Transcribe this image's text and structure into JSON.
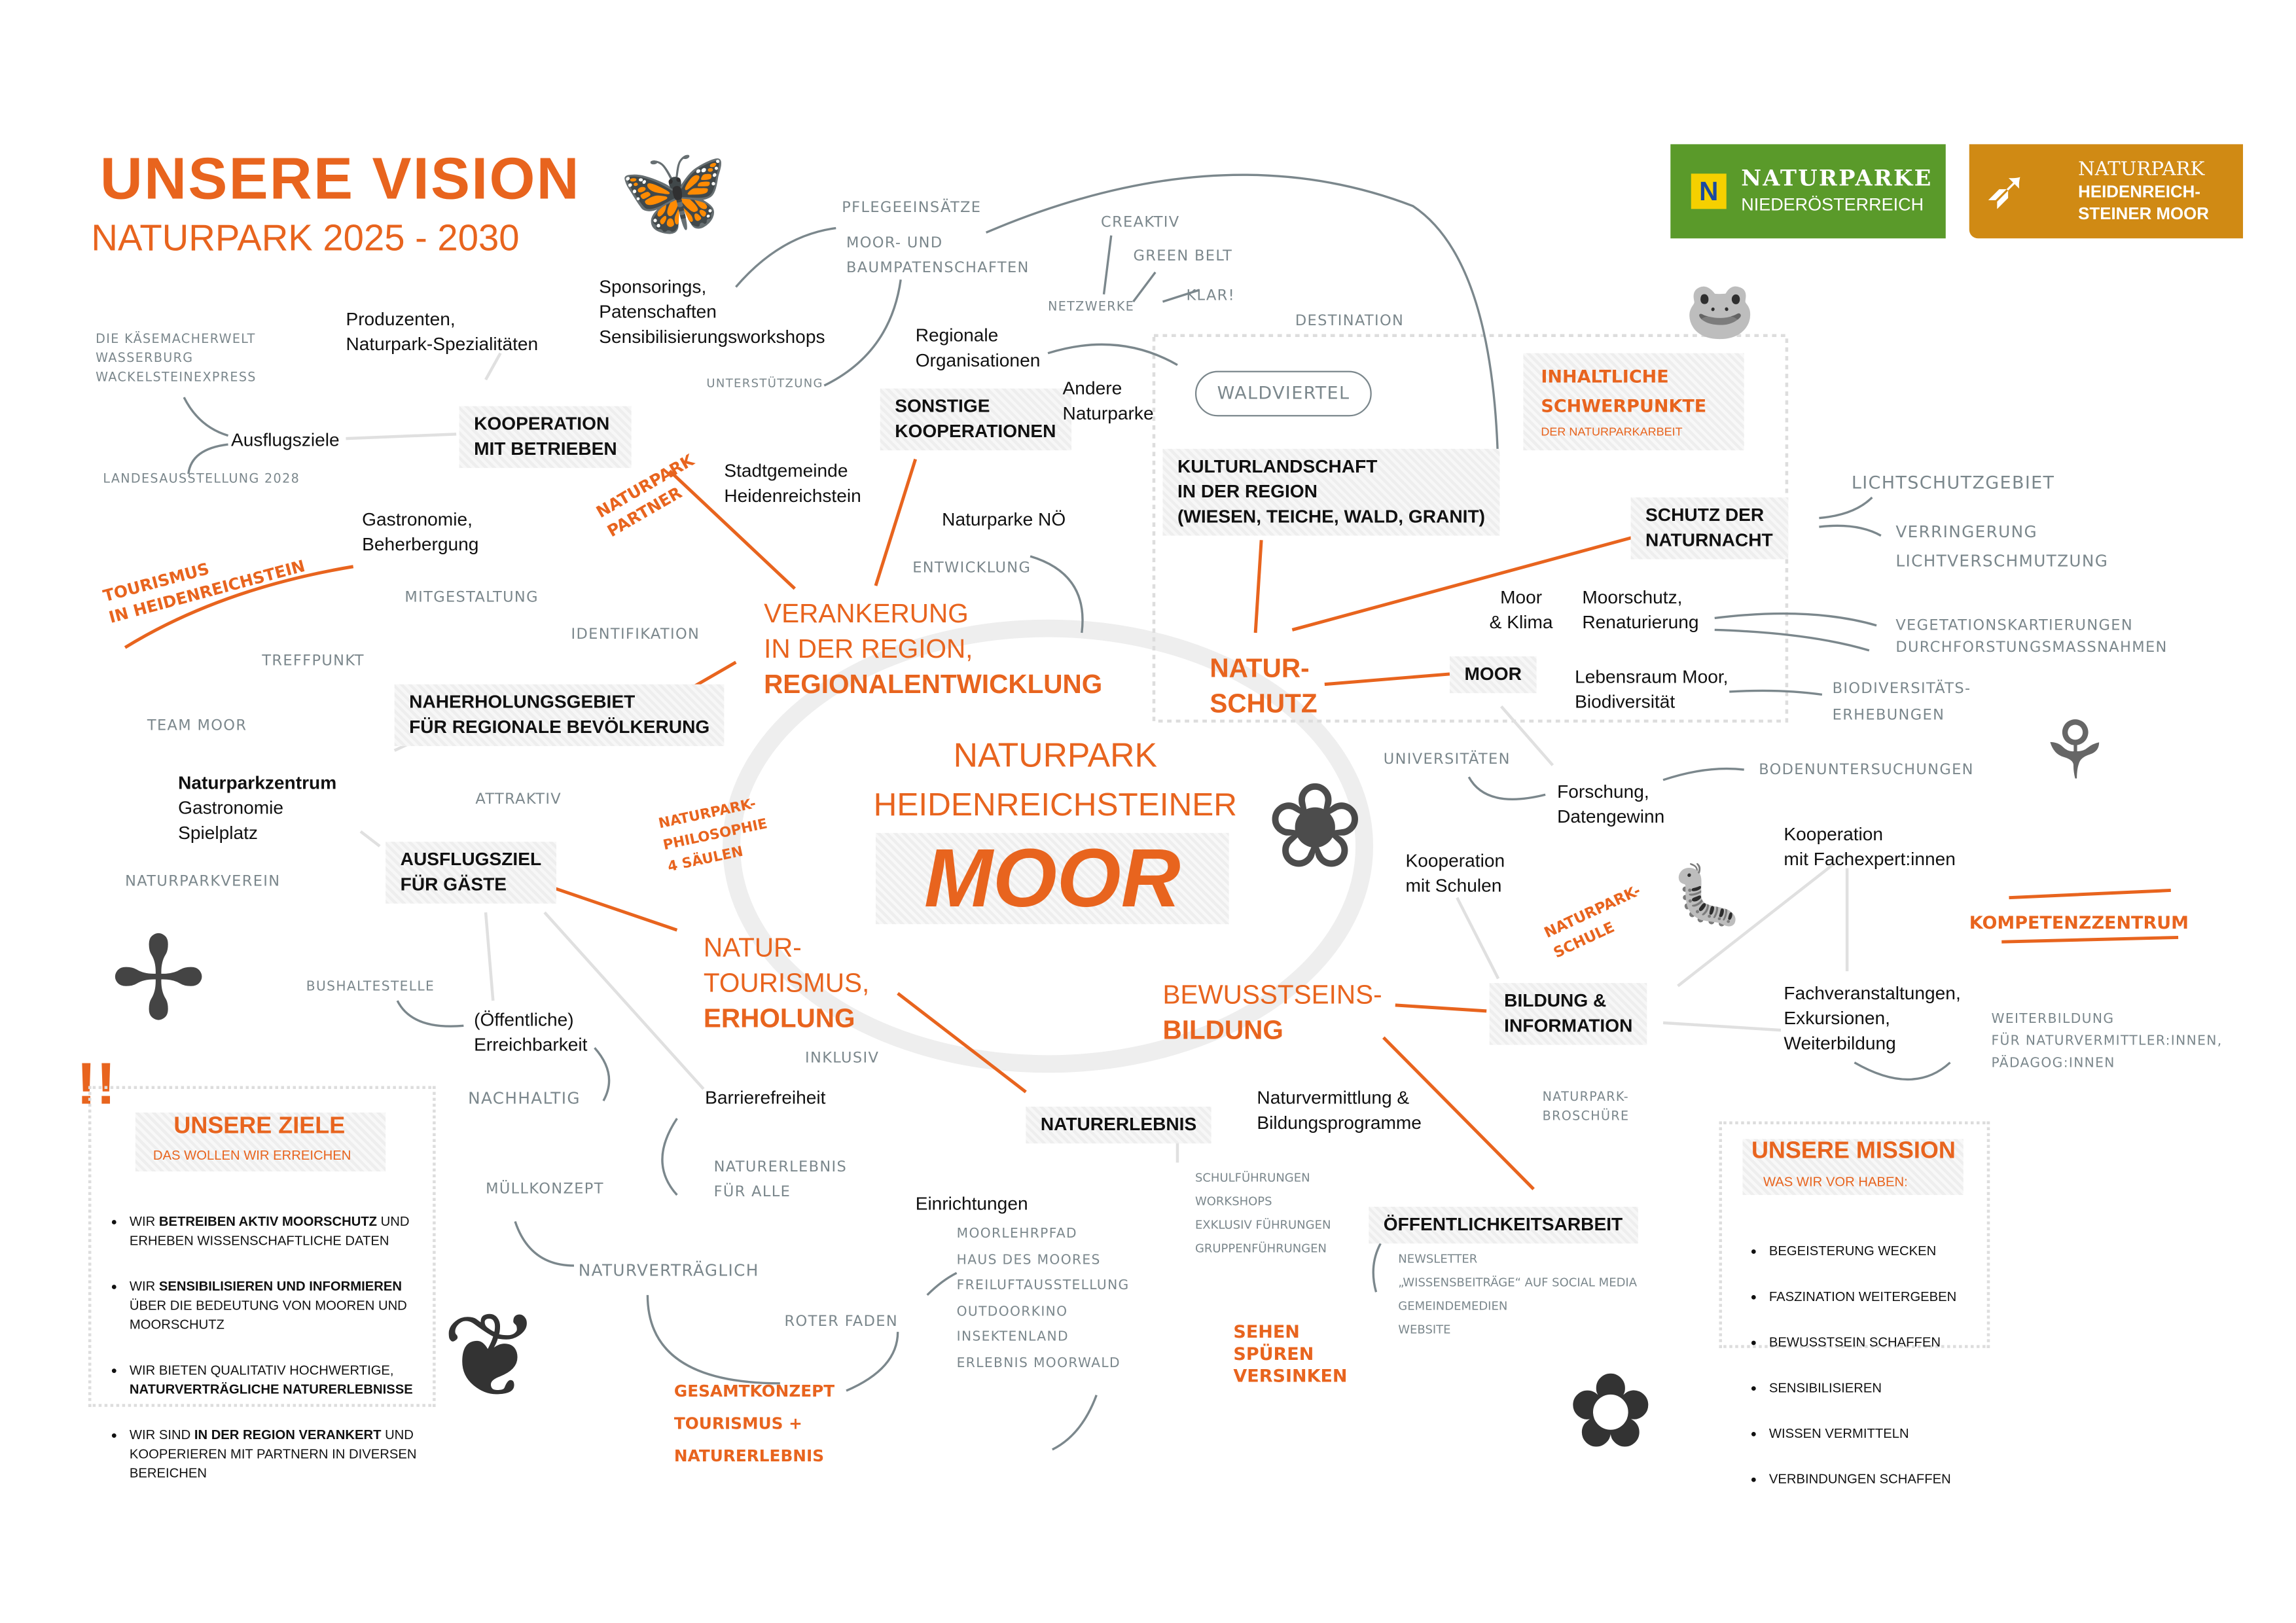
{
  "header": {
    "title": "UNSERE VISION",
    "subtitle": "NATURPARK 2025 - 2030"
  },
  "logos": {
    "noe_line1": "NATURPARKE",
    "noe_line2": "NIEDERÖSTERREICH",
    "hm_line1": "NATURPARK",
    "hm_line2": "HEIDENREICH-",
    "hm_line3": "STEINER MOOR",
    "noe_color": "#5a9a2a",
    "hm_color": "#d08a14"
  },
  "center": {
    "line1": "NATURPARK",
    "line2": "HEIDENREICHSTEINER",
    "line3": "MOOR"
  },
  "pillars": {
    "verankerung": "VERANKERUNG\nIN DER REGION,",
    "verankerung_bold": "REGIONALENTWICKLUNG",
    "naturschutz": "NATUR-\nSCHUTZ",
    "tourismus": "NATUR-\nTOURISMUS,",
    "tourismus_bold": "ERHOLUNG",
    "bildung": "BEWUSSTSEINS-",
    "bildung_bold": "BILDUNG"
  },
  "boxes": {
    "kooperation_betriebe": "KOOPERATION\nMIT BETRIEBEN",
    "sonstige": "SONSTIGE\nKOOPERATIONEN",
    "kulturlandschaft": "KULTURLANDSCHAFT\nIN DER REGION\n(WIESEN, TEICHE, WALD, GRANIT)",
    "schutz_naturnacht": "SCHUTZ DER\nNATURNACHT",
    "moor": "MOOR",
    "naherholung": "NAHERHOLUNGSGEBIET\nFÜR REGIONALE BEVÖLKERUNG",
    "ausflugsziel": "AUSFLUGSZIEL\nFÜR GÄSTE",
    "naturerlebnis": "NATURERLEBNIS",
    "bildung_info": "BILDUNG &\nINFORMATION",
    "oeffentlichkeit": "ÖFFENTLICHKEITSARBEIT"
  },
  "text": {
    "produzenten": "Produzenten,\nNaturpark-Spezialitäten",
    "sponsorings": "Sponsorings,\nPatenschaften\nSensibilisierungsworkshops",
    "regionale_org": "Regionale\nOrganisationen",
    "andere_np": "Andere\nNaturparke",
    "ausflugsziele": "Ausflugsziele",
    "stadtgemeinde": "Stadtgemeinde\nHeidenreichstein",
    "gastronomie": "Gastronomie,\nBeherbergung",
    "naturparke_noe": "Naturparke NÖ",
    "moor_klima": "Moor\n& Klima",
    "moorschutz": "Moorschutz,\nRenaturierung",
    "lebensraum": "Lebensraum Moor,\nBiodiversität",
    "forschung": "Forschung,\nDatengewinn",
    "kooperation_fach": "Kooperation\nmit Fachexpert:innen",
    "naturparkzentrum": "Naturparkzentrum",
    "nz_gastro": "Gastronomie\nSpielplatz",
    "kooperation_schulen": "Kooperation\nmit Schulen",
    "fachveranstaltungen": "Fachveranstaltungen,\nExkursionen,\nWeiterbildung",
    "erreichbarkeit": "(Öffentliche)\nErreichbarkeit",
    "barrierefreiheit": "Barrierefreiheit",
    "naturvermittlung": "Naturvermittlung &\nBildungsprogramme",
    "einrichtungen": "Einrichtungen"
  },
  "notes": {
    "pflegeeinsaetze": "Pflegeeinsätze",
    "patenschaften": "Moor- und\n Baumpatenschaften",
    "creaktiv": "Creaktiv",
    "green_belt": "Green Belt",
    "klar": "Klar!",
    "netzwerke": "Netzwerke",
    "destination": "Destination",
    "waldviertel": "Waldviertel",
    "ausflugsziele_list": "Die Käsemacherwelt\nWasserburg\nWackelsteinexpress",
    "landesausstellung": "Landesausstellung 2028",
    "unterstuetzung": "Unterstützung",
    "lichtschutz": "Lichtschutzgebiet",
    "verringerung": "Verringerung\n    Lichtverschmutzung",
    "vegetation": "Vegetationskartierungen\nDurchforstungsmassnahmen",
    "biodiv": "Biodiversitäts-\n   Erhebungen",
    "mitgestaltung": "Mitgestaltung",
    "entwicklung": "Entwicklung",
    "identifikation": "Identifikation",
    "treffpunkt": "Treffpunkt",
    "team_moor": "Team Moor",
    "universitaeten": "Universitäten",
    "boden": "Bodenuntersuchungen",
    "attraktiv": "Attraktiv",
    "naturparkverein": "Naturparkverein",
    "bushaltestelle": "Bushaltestelle",
    "weiterbildung": "Weiterbildung\n  für Naturvermittler:innen,\n  Pädagog:innen",
    "inklusiv": "Inklusiv",
    "nachhaltig": "Nachhaltig",
    "broschuere": "Naturpark-\nBroschüre",
    "naturerlebnis_alle": "Naturerlebnis\n   für alle",
    "muellkonzept": "Müllkonzept",
    "fuehrungen": "Schulführungen\nWorkshops\nExklusiv Führungen\nGruppenführungen",
    "einrichtungen_list": "Moorlehrpfad\nHaus des Moores\nFreiluftausstellung\nOutdoorkino\nInsektenland\nErlebnis Moorwald",
    "naturvertraeglich": "Naturverträglich",
    "roter_faden": "Roter Faden",
    "oeff_list": "Newsletter\n„Wissensbeiträge“ auf Social Media\nGemeindemedien\nWebsite"
  },
  "orange_notes": {
    "np_partner": "Naturpark\nPartner",
    "tourismus_hr": "Tourismus\nin Heidenreichstein",
    "philosophie": "Naturpark-\nPhilosophie\n4 Säulen",
    "np_schule": "Naturpark-\nSchule",
    "kompetenz": "Kompetenzzentrum",
    "sehen": "Sehen\nSpüren\nVersinken",
    "gesamtkonzept": "Gesamtkonzept\nTourismus +\nNaturerlebnis",
    "schwerpunkte": "Inhaltliche\nSchwerpunkte",
    "schwerpunkte_sub": "DER NATURPARKARBEIT"
  },
  "ziele": {
    "title": "UNSERE ZIELE",
    "subtitle": "DAS WOLLEN WIR ERREICHEN",
    "items": [
      {
        "pre": "WIR ",
        "bold": "BETREIBEN AKTIV MOORSCHUTZ",
        "post": " UND ERHEBEN WISSENSCHAFTLICHE DATEN"
      },
      {
        "pre": "WIR ",
        "bold": "SENSIBILISIEREN UND INFORMIEREN",
        "post": " ÜBER DIE BEDEUTUNG VON MOOREN UND MOORSCHUTZ"
      },
      {
        "pre": "WIR BIETEN QUALITATIV HOCHWERTIGE, ",
        "bold": "NATURVERTRÄGLICHE NATURERLEBNISSE",
        "post": ""
      },
      {
        "pre": "WIR SIND ",
        "bold": "IN DER REGION VERANKERT",
        "post": " UND KOOPERIEREN MIT PARTNERN IN DIVERSEN BEREICHEN"
      }
    ]
  },
  "mission": {
    "title": "UNSERE MISSION",
    "subtitle": "WAS WIR VOR HABEN:",
    "items": [
      "BEGEISTERUNG WECKEN",
      "FASZINATION WEITERGEBEN",
      "BEWUSSTSEIN SCHAFFEN",
      "SENSIBILISIEREN",
      "WISSEN VERMITTELN",
      "VERBINDUNGEN SCHAFFEN"
    ]
  }
}
